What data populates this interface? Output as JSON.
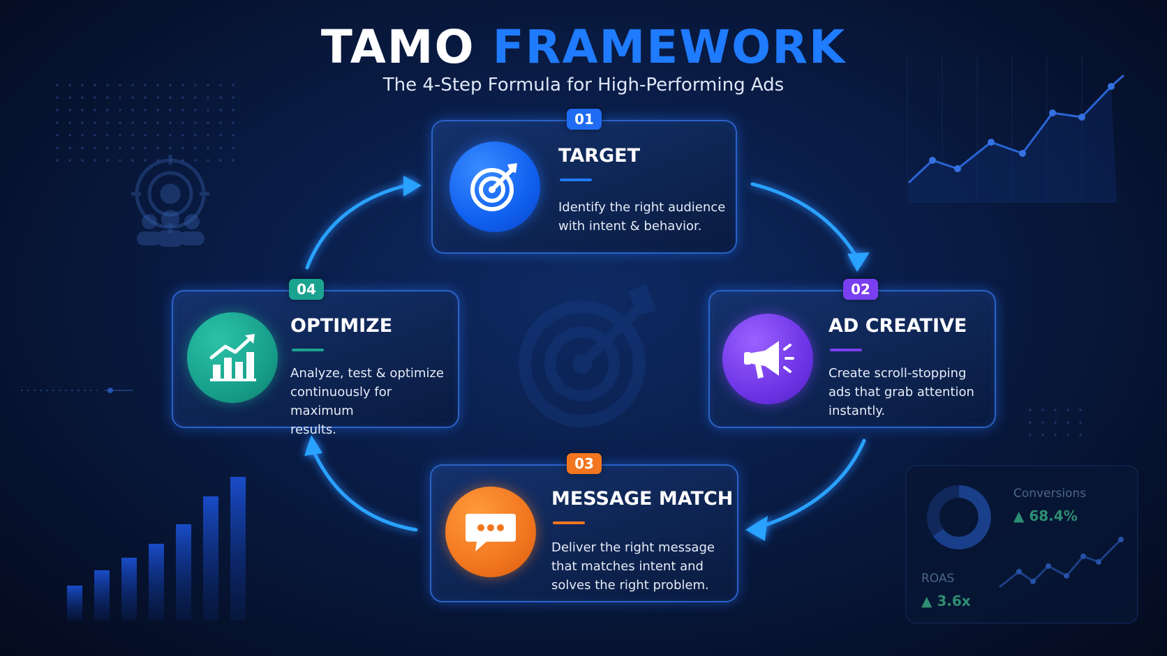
{
  "header": {
    "title_part1": "TAMO",
    "title_part2": "FRAMEWORK",
    "subtitle": "The 4-Step Formula for High-Performing Ads"
  },
  "colors": {
    "accent_blue": "#1f7bff",
    "step1": "#1e6cff",
    "step2": "#7a3ff0",
    "step3": "#f2761f",
    "step4": "#1aa38f",
    "arrow": "#2aa2ff"
  },
  "steps": [
    {
      "number": "01",
      "title": "TARGET",
      "line1": "Identify the right audience",
      "line2": "with intent & behavior.",
      "line3": "",
      "icon": "target-arrow-icon"
    },
    {
      "number": "02",
      "title": "AD CREATIVE",
      "line1": "Create scroll-stopping",
      "line2": "ads that grab attention",
      "line3": "instantly.",
      "icon": "megaphone-icon"
    },
    {
      "number": "03",
      "title": "MESSAGE MATCH",
      "line1": "Deliver the right message",
      "line2": "that matches intent and",
      "line3": "solves the right problem.",
      "icon": "chat-bubble-icon"
    },
    {
      "number": "04",
      "title": "OPTIMIZE",
      "line1": "Analyze, test & optimize",
      "line2": "continuously for maximum",
      "line3": "results.",
      "icon": "growth-chart-icon"
    }
  ],
  "widget": {
    "conversions_label": "Conversions",
    "conversions_value": "▲ 68.4%",
    "roas_label": "ROAS",
    "roas_value": "▲ 3.6x"
  }
}
